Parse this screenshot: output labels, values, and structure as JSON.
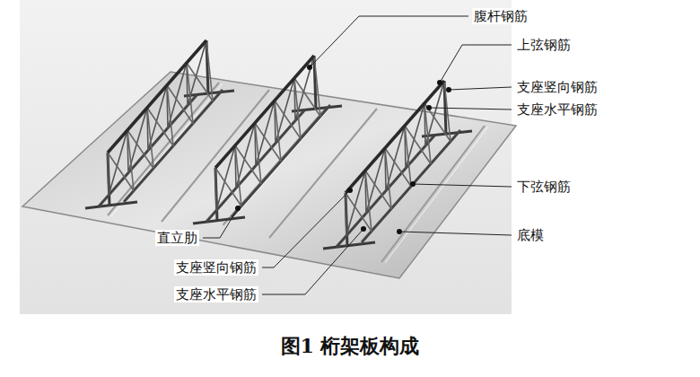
{
  "diagram": {
    "caption": "图1 桁架板构成",
    "labels": [
      "腹杆钢筋",
      "上弦钢筋",
      "支座竖向钢筋",
      "支座水平钢筋",
      "下弦钢筋",
      "底模",
      "直立肋",
      "支座竖向钢筋",
      "支座水平钢筋"
    ]
  }
}
